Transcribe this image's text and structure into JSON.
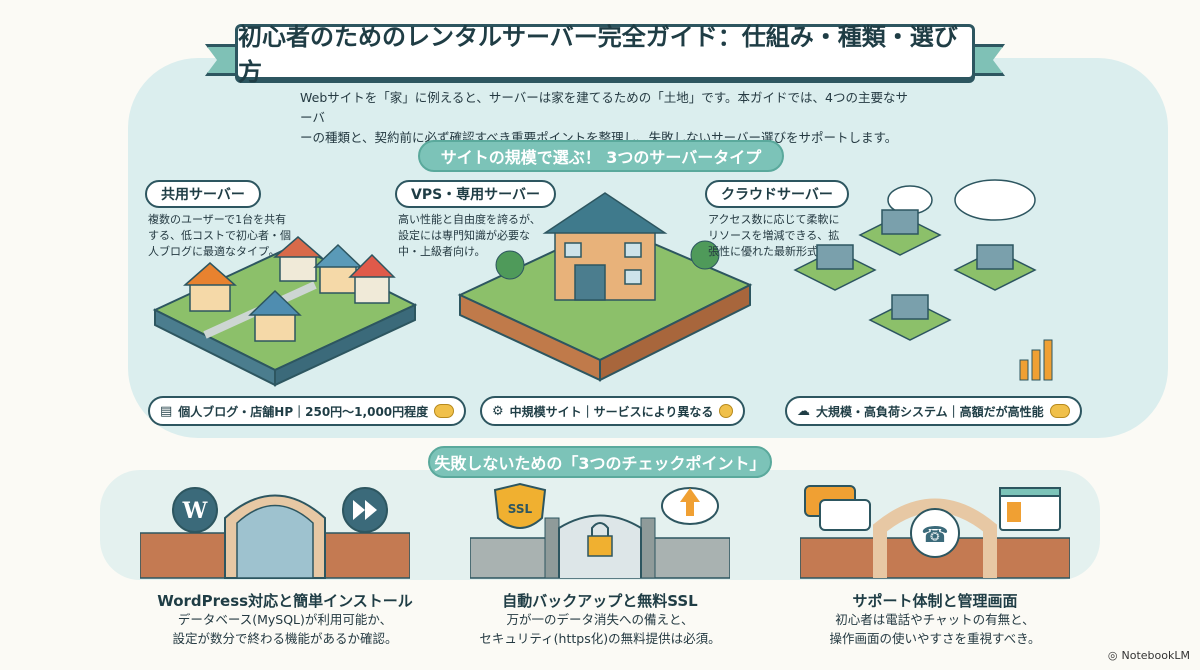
{
  "header": {
    "title": "初心者のためのレンタルサーバー完全ガイド：仕組み・種類・選び方",
    "intro_line1": "Webサイトを「家」に例えると、サーバーは家を建てるための「土地」です。本ガイドでは、4つの主要なサーバ",
    "intro_line2": "ーの種類と、契約前に必ず確認すべき重要ポイントを整理し、失敗しないサーバー選びをサポートします。"
  },
  "types_section": {
    "heading": "サイトの規模で選ぶ！ 3つのサーバータイプ",
    "cards": [
      {
        "label": "共用サーバー",
        "desc": [
          "複数のユーザーで1台を共有",
          "する、低コストで初心者・個",
          "人ブログに最適なタイプ。"
        ],
        "footer": "個人ブログ・店舗HP｜250円～1,000円程度"
      },
      {
        "label": "VPS・専用サーバー",
        "desc": [
          "高い性能と自由度を誇るが、",
          "設定には専門知識が必要な",
          "中・上級者向け。"
        ],
        "footer": "中規模サイト｜サービスにより異なる"
      },
      {
        "label": "クラウドサーバー",
        "desc": [
          "アクセス数に応じて柔軟に",
          "リソースを増減できる、拡",
          "張性に優れた最新形式。"
        ],
        "footer": "大規模・高負荷システム｜高額だが高性能"
      }
    ]
  },
  "check_section": {
    "heading": "失敗しないための「3つのチェックポイント」",
    "items": [
      {
        "title": "WordPress対応と簡単インストール",
        "desc": [
          "データベース(MySQL)が利用可能か、",
          "設定が数分で終わる機能があるか確認。"
        ]
      },
      {
        "title": "自動バックアップと無料SSL",
        "desc": [
          "万が一のデータ消失への備えと、",
          "セキュリティ(https化)の無料提供は必須。"
        ]
      },
      {
        "title": "サポート体制と管理画面",
        "desc": [
          "初心者は電話やチャットの有無と、",
          "操作画面の使いやすさを重視すべき。"
        ]
      }
    ],
    "ssl_badge": "SSL"
  },
  "brand": "NotebookLM",
  "colors": {
    "accent": "#7cc3b8",
    "dark": "#2d5660",
    "panel": "#dbeeee",
    "coin": "#f0c04a"
  },
  "icons": [
    "wordpress-icon",
    "forward-icon",
    "ssl-shield-icon",
    "padlock-icon",
    "cloud-upload-icon",
    "chat-icon",
    "phone-icon",
    "browser-window-icon",
    "cloud-icon",
    "gear-icon",
    "document-icon",
    "bar-chart-icon"
  ]
}
